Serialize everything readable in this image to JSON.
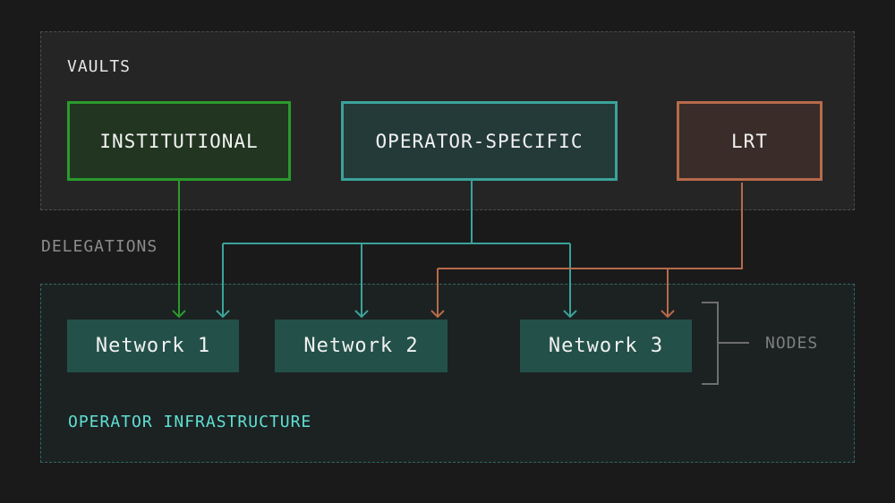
{
  "vaults": {
    "title": "VAULTS",
    "items": [
      {
        "label": "INSTITUTIONAL",
        "color": "#2a9a2c"
      },
      {
        "label": "OPERATOR-SPECIFIC",
        "color": "#3aa39a"
      },
      {
        "label": "LRT",
        "color": "#b76a4b"
      }
    ]
  },
  "delegations_label": "DELEGATIONS",
  "networks": [
    {
      "label": "Network 1"
    },
    {
      "label": "Network 2"
    },
    {
      "label": "Network 3"
    }
  ],
  "nodes_label": "NODES",
  "infrastructure_title": "OPERATOR INFRASTRUCTURE",
  "edges": [
    {
      "from": "INSTITUTIONAL",
      "to": "Network 1"
    },
    {
      "from": "OPERATOR-SPECIFIC",
      "to": "Network 1"
    },
    {
      "from": "OPERATOR-SPECIFIC",
      "to": "Network 2"
    },
    {
      "from": "OPERATOR-SPECIFIC",
      "to": "Network 3"
    },
    {
      "from": "LRT",
      "to": "Network 2"
    },
    {
      "from": "LRT",
      "to": "Network 3"
    }
  ],
  "colors": {
    "background": "#1b1a1b",
    "institutional": "#2a9a2c",
    "operator_specific": "#3aa39a",
    "lrt": "#b76a4b",
    "network_fill": "#235149",
    "infrastructure_accent": "#5fe0d3"
  }
}
